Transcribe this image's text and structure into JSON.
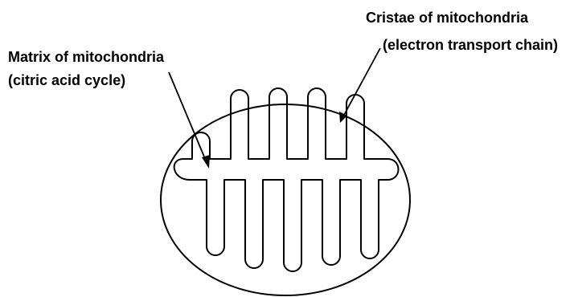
{
  "labels": {
    "matrix": {
      "line1": "Matrix of mitochondria",
      "line2": "(citric acid cycle)"
    },
    "cristae": {
      "line1": "Cristae of mitochondria",
      "line2": "(electron transport chain)"
    }
  },
  "colors": {
    "stroke": "#000000",
    "text": "#000000",
    "background": "#ffffff"
  }
}
